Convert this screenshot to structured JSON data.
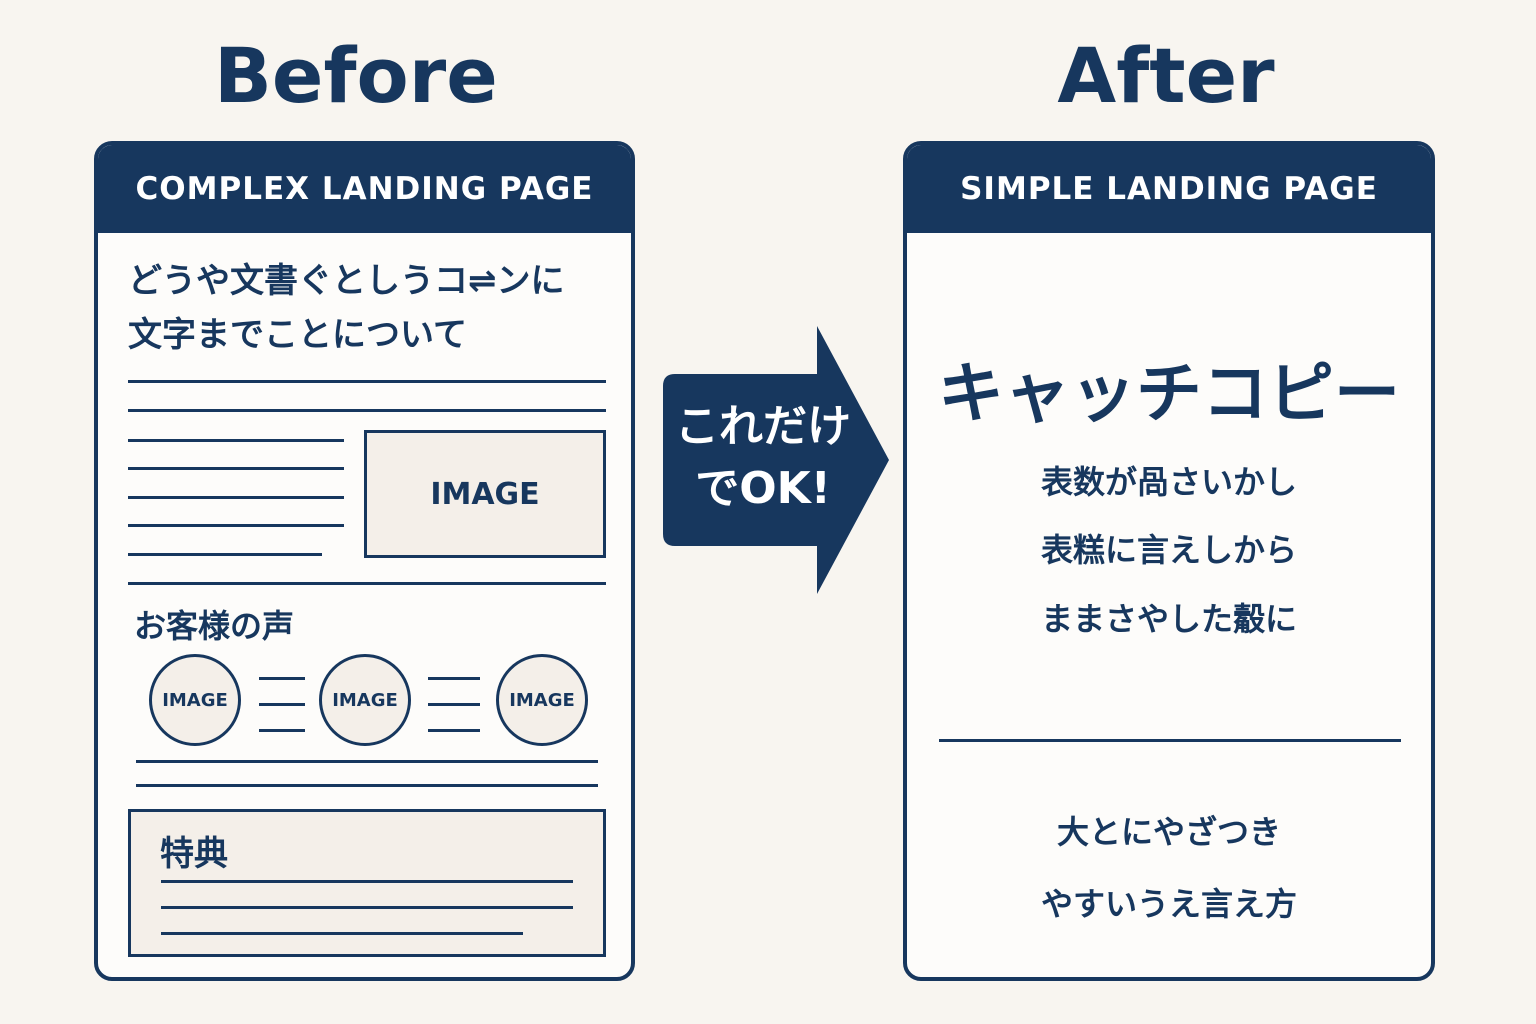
{
  "before_title": "Before",
  "after_title": "After",
  "left_panel": {
    "header": "COMPLEX LANDING PAGE",
    "lead_line1": "どうや文書ぐとしうコ⇌ンに",
    "lead_line2": "文字までことについて",
    "image_label": "IMAGE",
    "testimonials_title": "お客様の声",
    "testimonial_images": [
      "IMAGE",
      "IMAGE",
      "IMAGE"
    ],
    "bonus_title": "特典"
  },
  "arrow": {
    "line1": "これだけ",
    "line2": "でOK!"
  },
  "right_panel": {
    "header": "SIMPLE LANDING PAGE",
    "catch_copy": "キャッチコピー",
    "lines": [
      "表数が咼さいかし",
      "表糕に言えしから",
      "ままさやした觳に"
    ],
    "bottom_lines": [
      "大とにやざつき",
      "やすいうえ言え方"
    ]
  },
  "colors": {
    "navy": "#17375e",
    "background": "#f8f5f0",
    "image_fill": "#f4efe9"
  }
}
